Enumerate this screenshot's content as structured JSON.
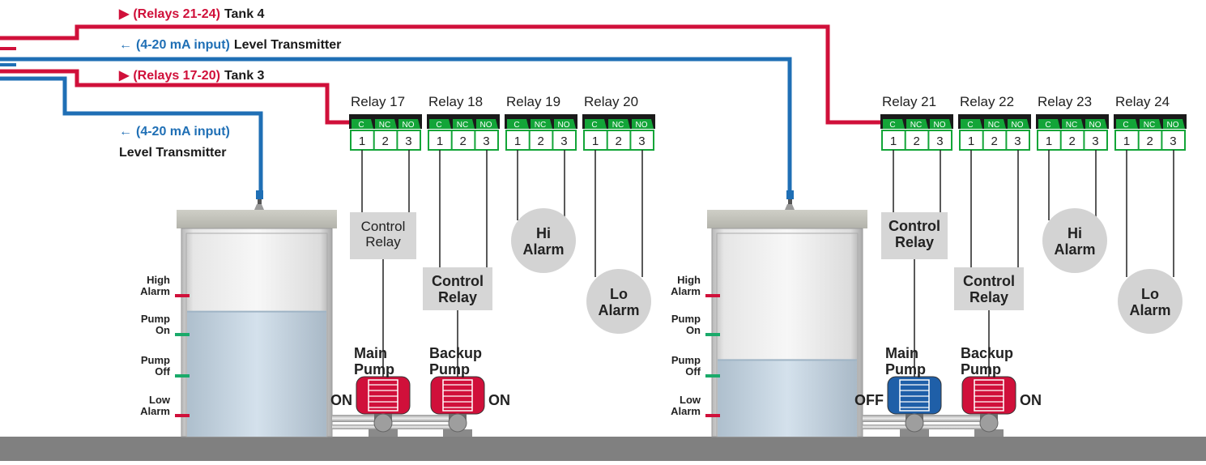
{
  "lines": {
    "tank4_relays": {
      "arrow": "▶",
      "prefix": "(Relays 21-24)",
      "suffix": "Tank 4"
    },
    "tank4_input": {
      "arrow": "←",
      "prefix": "(4-20 mA input)",
      "suffix": "Level Transmitter"
    },
    "tank3_relays": {
      "arrow": "▶",
      "prefix": "(Relays 17-20)",
      "suffix": "Tank 3"
    },
    "tank3_input": {
      "arrow": "←",
      "prefix": "(4-20 mA input)",
      "suffix": "Level Transmitter"
    }
  },
  "terminal_labels": {
    "c": "C",
    "nc": "NC",
    "no": "NO",
    "t1": "1",
    "t2": "2",
    "t3": "3"
  },
  "relays_left": [
    "Relay 17",
    "Relay 18",
    "Relay 19",
    "Relay 20"
  ],
  "relays_right": [
    "Relay 21",
    "Relay 22",
    "Relay 23",
    "Relay 24"
  ],
  "levels": [
    {
      "line1": "High",
      "line2": "Alarm",
      "color": "#d0103a"
    },
    {
      "line1": "Pump",
      "line2": "On",
      "color": "#1aaa6a"
    },
    {
      "line1": "Pump",
      "line2": "Off",
      "color": "#1aaa6a"
    },
    {
      "line1": "Low",
      "line2": "Alarm",
      "color": "#d0103a"
    }
  ],
  "devices": {
    "control_relay": {
      "line1": "Control",
      "line2": "Relay"
    },
    "hi_alarm": {
      "line1": "Hi",
      "line2": "Alarm"
    },
    "lo_alarm": {
      "line1": "Lo",
      "line2": "Alarm"
    },
    "main_pump": {
      "line1": "Main",
      "line2": "Pump"
    },
    "backup_pump": {
      "line1": "Backup",
      "line2": "Pump"
    }
  },
  "pump_states": {
    "left_main": "ON",
    "left_backup": "ON",
    "right_main": "OFF",
    "right_backup": "ON"
  },
  "tank_levels": {
    "tank3_fill": 0.62,
    "tank4_fill": 0.38
  },
  "colors": {
    "relay_line": "#d0103a",
    "input_line": "#1f6fb5",
    "pump_on": "#d0103a",
    "pump_off": "#1f5fa8",
    "terminal_green": "#13a538",
    "alarm_circle": "#d3d3d3",
    "floor": "#808080"
  }
}
